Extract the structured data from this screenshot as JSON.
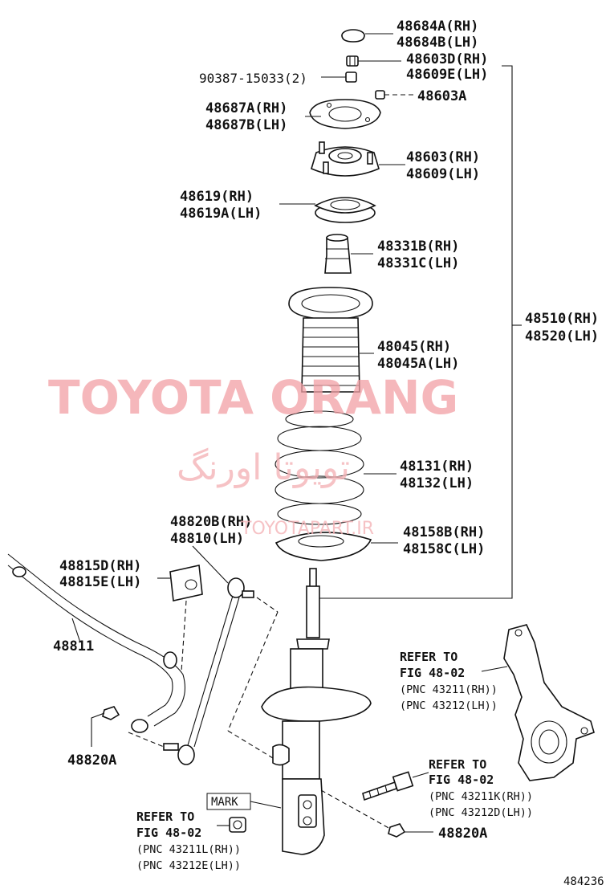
{
  "labels": {
    "p48684": [
      "48684A(RH)",
      "48684B(LH)"
    ],
    "p48603d": [
      "48603D(RH)",
      "48609E(LH)"
    ],
    "p90387": "90387-15033(2)",
    "p48603a": "48603A",
    "p48687": [
      "48687A(RH)",
      "48687B(LH)"
    ],
    "p48603": [
      "48603(RH)",
      "48609(LH)"
    ],
    "p48619": [
      "48619(RH)",
      "48619A(LH)"
    ],
    "p48331": [
      "48331B(RH)",
      "48331C(LH)"
    ],
    "p48510": [
      "48510(RH)",
      "48520(LH)"
    ],
    "p48045": [
      "48045(RH)",
      "48045A(LH)"
    ],
    "p48131": [
      "48131(RH)",
      "48132(LH)"
    ],
    "p48820b": [
      "48820B(RH)",
      "48810(LH)"
    ],
    "p48158": [
      "48158B(RH)",
      "48158C(LH)"
    ],
    "p48815": [
      "48815D(RH)",
      "48815E(LH)"
    ],
    "p48811": "48811",
    "p48820a_left": "48820A",
    "p48820a_right": "48820A",
    "mark": "MARK",
    "figure_number": "484236"
  },
  "references": {
    "knuckle": {
      "line1": "REFER TO",
      "line2": "FIG 48-02",
      "pnc": [
        "(PNC 43211(RH))",
        "(PNC 43212(LH))"
      ]
    },
    "bolt": {
      "line1": "REFER TO",
      "line2": "FIG 48-02",
      "pnc": [
        "(PNC 43211K(RH))",
        "(PNC 43212D(LH))"
      ]
    },
    "nut": {
      "line1": "REFER TO",
      "line2": "FIG 48-02",
      "pnc": [
        "(PNC 43211L(RH))",
        "(PNC 43212E(LH))"
      ]
    }
  },
  "watermark": {
    "brand": "TOYOTA ORANG",
    "persian": "تویوتا اورنگ",
    "site": "TOYOTAPART.IR"
  }
}
